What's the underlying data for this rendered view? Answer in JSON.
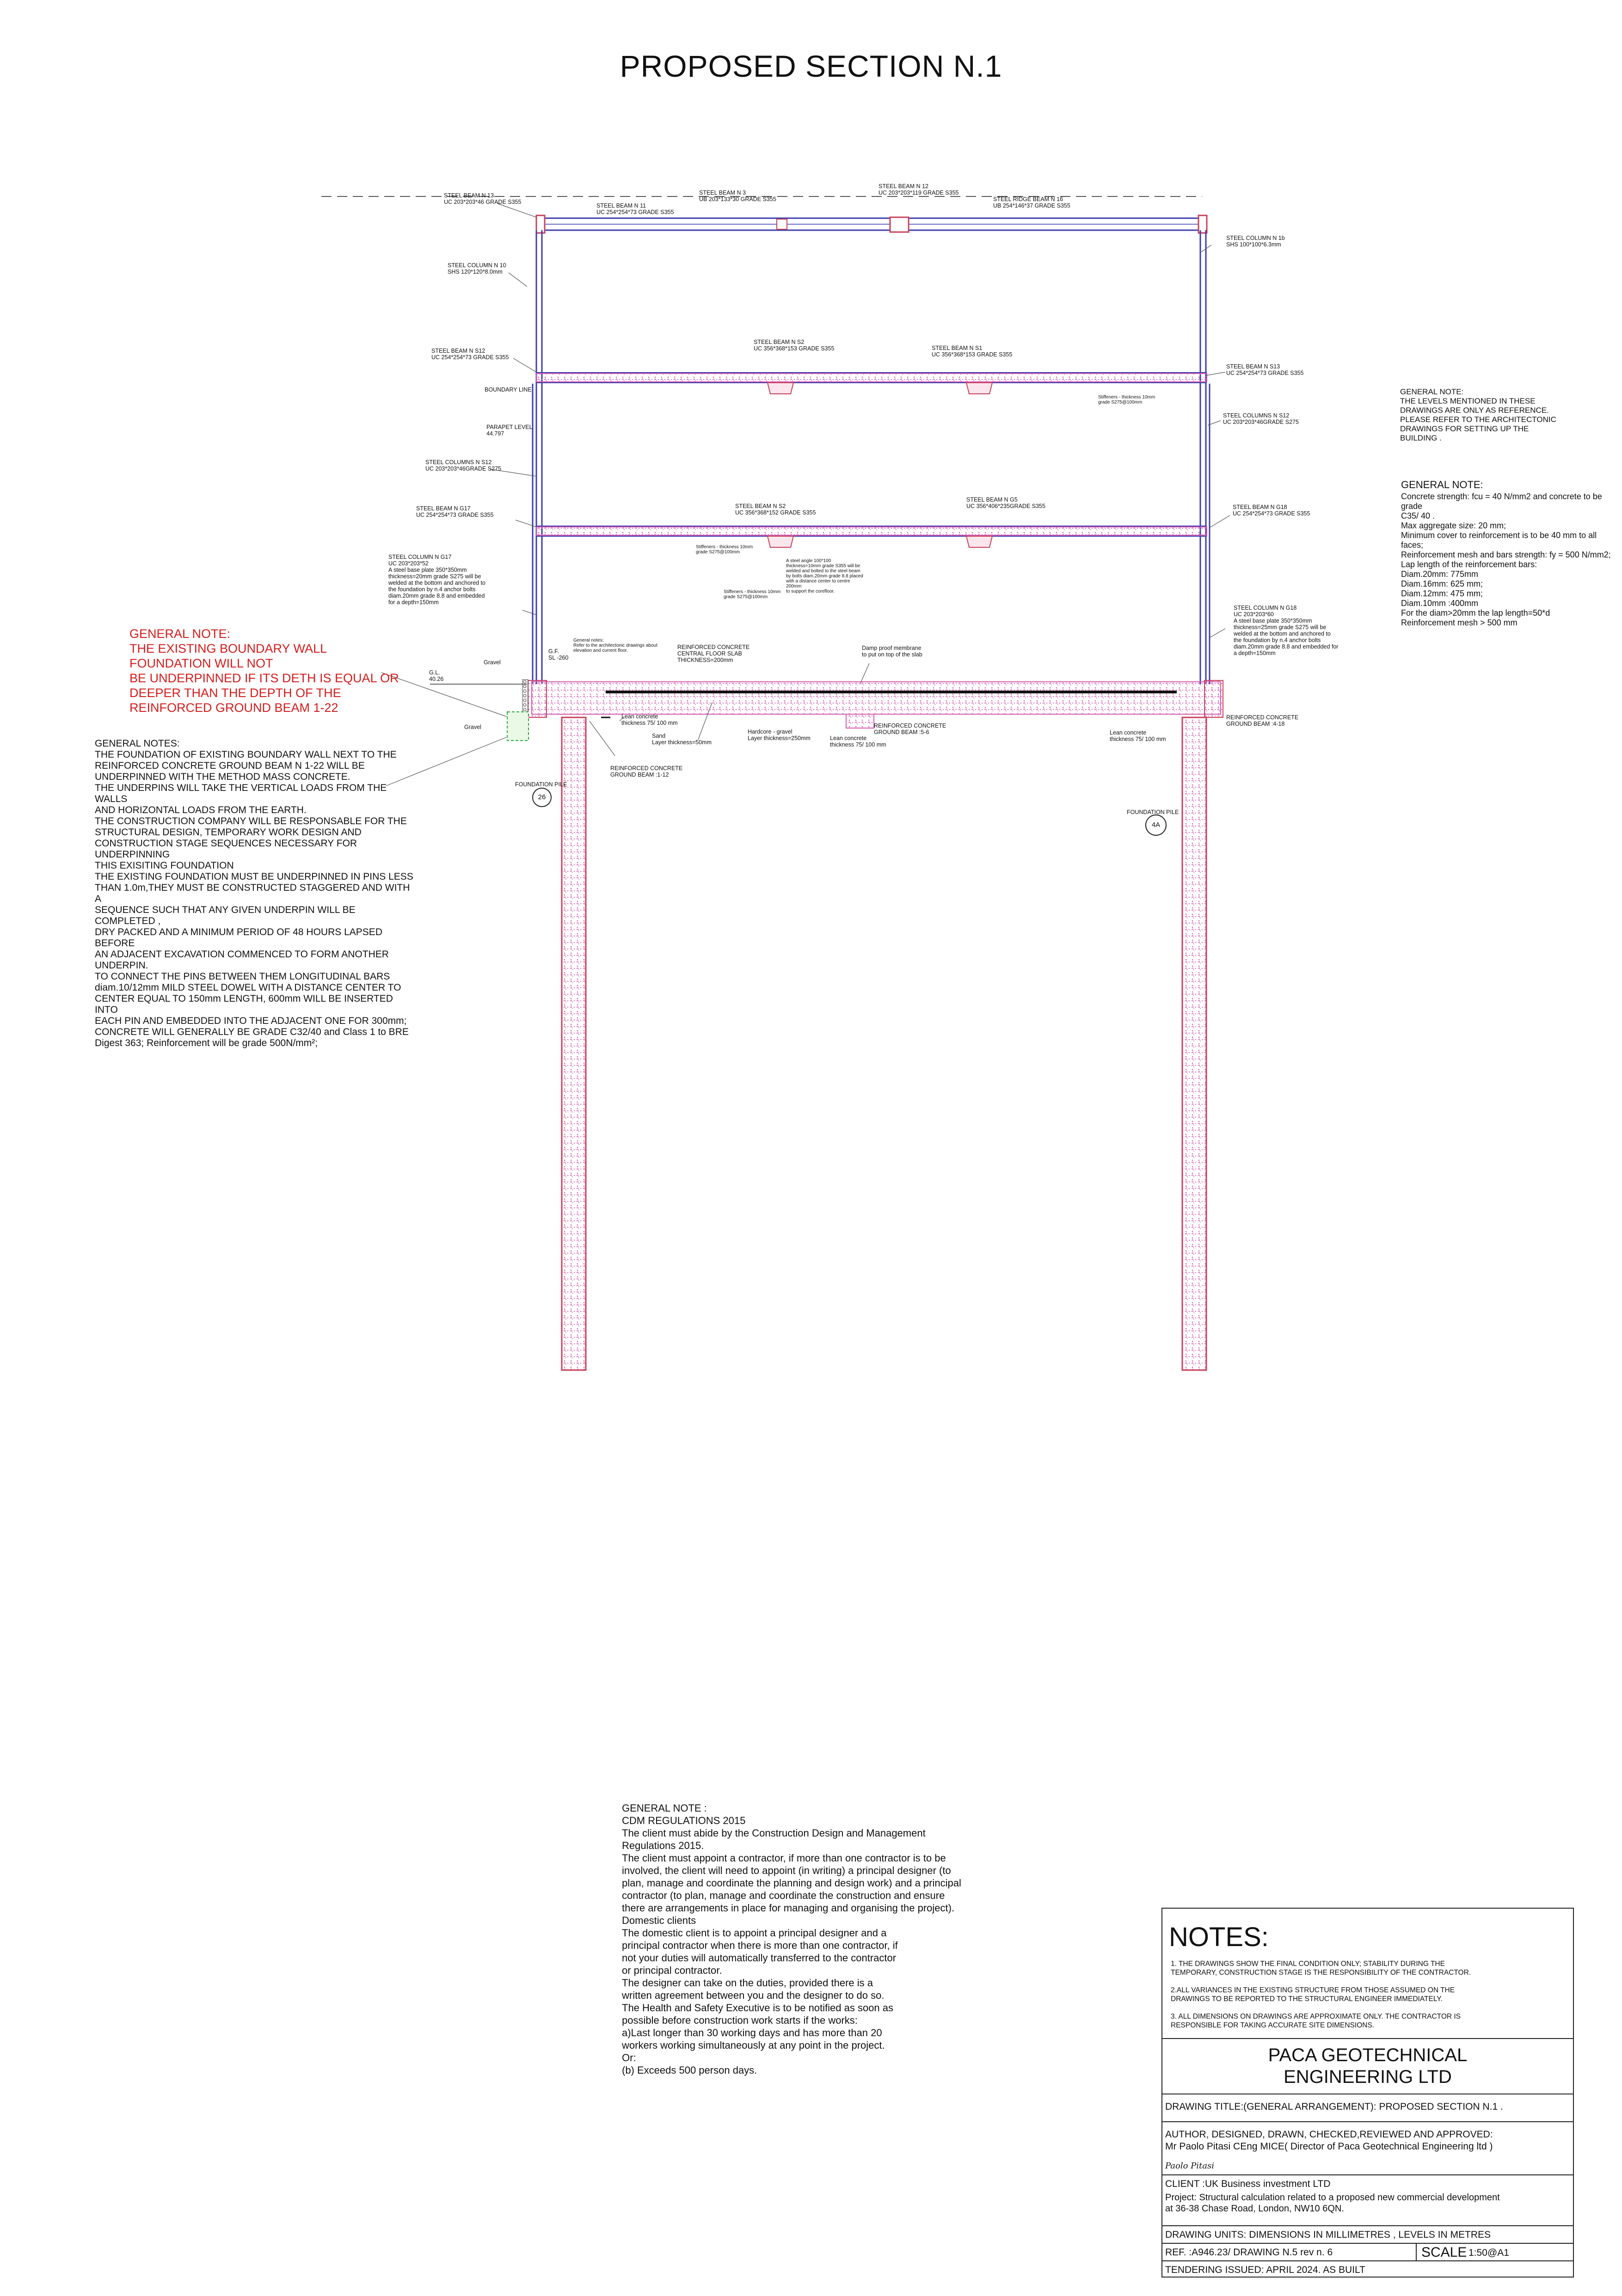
{
  "title": "PROPOSED SECTION N.1",
  "colors": {
    "steel": "#3b3bb0",
    "concrete_hatch": "#d45bb0",
    "red_note": "#d41c1c",
    "pad": "#c9405a"
  },
  "labels": {
    "beam_n13": "STEEL BEAM N 13\nUC 203*203*46 GRADE S355",
    "beam_n11": "STEEL BEAM N 11\nUC 254*254*73 GRADE S355",
    "beam_n3": "STEEL BEAM N 3\nUB 203*133*30 GRADE S355",
    "beam_n12": "STEEL BEAM N 12\nUC 203*203*119 GRADE S355",
    "ridge_n16": "STEEL RIDGE BEAM N 16\nUB 254*146*37 GRADE S355",
    "col_n10": "STEEL COLUMN N 10\nSHS 120*120*8.0mm",
    "col_n1b": "STEEL COLUMN N 1b\nSHS 100*100*6.3mm",
    "beam_s12": "STEEL BEAM N S12\nUC 254*254*73 GRADE S355",
    "boundary_line": "BOUNDARY LINE",
    "beam_s2a": "STEEL BEAM N S2\nUC 356*368*153 GRADE S355",
    "beam_s1": "STEEL BEAM N S1\nUC 356*368*153 GRADE S355",
    "beam_s13": "STEEL BEAM N S13\nUC 254*254*73 GRADE S355",
    "col_s12r": "STEEL COLUMNS N S12\nUC 203*203*46GRADE S275",
    "parapet": "PARAPET LEVEL\n44.797",
    "col_s12l": "STEEL COLUMNS N S12\nUC 203*203*46GRADE S275",
    "beam_g17": "STEEL BEAM N G17\nUC 254*254*73 GRADE S355",
    "beam_s2b": "STEEL BEAM N S2\nUC 356*368*152 GRADE S355",
    "beam_g5": "STEEL BEAM N G5\nUC 356*406*235GRADE S355",
    "beam_g18": "STEEL BEAM N G18\nUC 254*254*73 GRADE S355",
    "col_g17": "STEEL COLUMN N G17\nUC 203*203*52\nA steel base plate 350*350mm\nthickness=20mm grade S275 will be\nwelded at the bottom and anchored to\nthe foundation by n.4 anchor bolts\ndiam.20mm grade 8.8 and embedded\nfor a depth=150mm",
    "col_g18": "STEEL COLUMN N G18\nUC 203*203*60\nA steel base plate 350*350mm\nthickness=25mm grade S275 will be\nwelded at the bottom and anchored to\nthe foundation by n.4 anchor bolts\ndiam.20mm grade 8.8 and embedded for\na depth=150mm",
    "gl": "G.L.\n40.26",
    "gf": "G.F.\nSL -260",
    "gravel_a": "Gravel",
    "gravel_b": "Gravel",
    "rc_slab": "REINFORCED CONCRETE\nCENTRAL FLOOR SLAB\nTHICKNESS=200mm",
    "dpm": "Damp proof membrane\nto put on top of the slab",
    "lean1": "Lean concrete\nthickness 75/ 100 mm",
    "sand": "Sand\nLayer thickness=50mm",
    "hardcore": "Hardcore - gravel\nLayer thickness=250mm",
    "lean2": "Lean concrete\nthickness 75/ 100 mm",
    "gb56": "REINFORCED CONCRETE\nGROUND BEAM :5-6",
    "lean3": "Lean concrete\nthickness 75/ 100 mm",
    "gb418": "REINFORCED CONCRETE\nGROUND BEAM :4-18",
    "gb112": "REINFORCED CONCRETE\nGROUND BEAM :1-12",
    "pile_l": "FOUNDATION PILE",
    "pile_l_num": "26",
    "pile_r": "FOUNDATION PILE",
    "pile_r_num": "4A",
    "general_notes_small": "General notes:\nRefer to the architectonic drawings about\nelevation and current floor.",
    "stiff_s2": "Stiffeners - thickness 10mm\ngrade S275@100mm",
    "stiff_g5": "Stiffeners - thickness 10mm\ngrade S275@100mm",
    "stiff_g18": "Stiffeners - thickness 10mm\ngrade S275@100mm",
    "angle_note": "A steel angle 100*100\nthickness=10mm grade S355 will be\nwelded and bolted to the steel beam\nby bolts diam.20mm grade 8.8 placed\nwith a distance center to centre\n200mm\nto support the corefloor."
  },
  "red_note": "GENERAL NOTE:\n THE EXISTING  BOUNDARY WALL\nFOUNDATION WILL NOT\nBE UNDERPINNED IF ITS DETH IS EQUAL  OR\nDEEPER THAN  THE DEPTH OF THE\nREINFORCED GROUND BEAM 1-22",
  "left_notes": "GENERAL NOTES:\nTHE FOUNDATION OF EXISTING BOUNDARY WALL  NEXT TO THE\nREINFORCED CONCRETE GROUND BEAM N 1-22  WILL BE\nUNDERPINNED WITH THE METHOD MASS CONCRETE.\nTHE UNDERPINS WILL TAKE THE VERTICAL LOADS FROM THE WALLS\nAND HORIZONTAL LOADS FROM THE EARTH.\nTHE CONSTRUCTION COMPANY WILL BE RESPONSABLE FOR THE\nSTRUCTURAL DESIGN, TEMPORARY WORK DESIGN  AND\nCONSTRUCTION STAGE SEQUENCES NECESSARY FOR UNDERPINNING\nTHIS EXISITING FOUNDATION\nTHE EXISTING FOUNDATION MUST BE UNDERPINNED IN PINS LESS\nTHAN 1.0m,THEY MUST BE CONSTRUCTED STAGGERED AND WITH A\nSEQUENCE SUCH THAT ANY GIVEN UNDERPIN WILL BE COMPLETED ,\nDRY PACKED AND A MINIMUM PERIOD OF 48 HOURS LAPSED BEFORE\nAN ADJACENT EXCAVATION COMMENCED TO FORM ANOTHER\nUNDERPIN.\nTO CONNECT  THE PINS BETWEEN THEM LONGITUDINAL BARS\ndiam.10/12mm MILD STEEL DOWEL WITH A DISTANCE CENTER TO\nCENTER EQUAL TO 150mm LENGTH, 600mm WILL BE INSERTED INTO\nEACH PIN AND EMBEDDED INTO THE ADJACENT ONE FOR 300mm;\nCONCRETE WILL GENERALLY BE GRADE C32/40 and Class 1 to BRE\nDigest 363; Reinforcement will be grade 500N/mm²;",
  "right_note_1": "GENERAL NOTE:\nTHE LEVELS MENTIONED IN THESE\nDRAWINGS ARE ONLY AS REFERENCE.\nPLEASE REFER TO THE ARCHITECTONIC\nDRAWINGS FOR SETTING UP THE\nBUILDING .",
  "right_note_2_title": "GENERAL NOTE:",
  "right_note_2": "Concrete strength: fcu = 40 N/mm2 and concrete to be grade\nC35/ 40 .\nMax aggregate size: 20 mm;\nMinimum cover to reinforcement is to be 40 mm to all faces;\nReinforcement mesh and bars strength: fy = 500 N/mm2;\nLap length of the reinforcement bars:\nDiam.20mm: 775mm\nDiam.16mm: 625 mm;\nDiam.12mm: 475 mm;\nDiam.10mm :400mm\nFor the diam>20mm the lap length=50*d\nReinforcement mesh > 500 mm",
  "cdm_note": "GENERAL NOTE :\nCDM REGULATIONS 2015\nThe client must abide by the Construction Design and Management\nRegulations 2015.\nThe client must appoint a contractor, if more than one contractor is to be\ninvolved, the client will need to appoint (in writing) a principal designer (to\nplan, manage and coordinate the planning and design work) and a principal\ncontractor (to plan, manage and coordinate the construction and ensure\nthere are arrangements in place for managing and organising the project).\nDomestic clients\nThe domestic client is to appoint a principal designer and a\nprincipal contractor when there is more than one contractor, if\nnot your duties will automatically transferred to the contractor\nor principal contractor.\nThe designer can take on the duties, provided there is a\nwritten agreement between you and the designer to do so.\nThe Health and Safety Executive is to be notified as soon as\npossible before construction work starts if the works:\na)Last longer than 30 working days and has more than 20\nworkers working simultaneously at any point in the project.\nOr:\n(b) Exceeds 500 person days.",
  "title_block": {
    "notes_heading": "NOTES:",
    "notes": "1. THE DRAWINGS SHOW THE FINAL CONDITION ONLY; STABILITY DURING THE\nTEMPORARY, CONSTRUCTION STAGE IS THE RESPONSIBILITY OF THE CONTRACTOR.\n\n2.ALL VARIANCES IN THE EXISTING STRUCTURE FROM THOSE ASSUMED ON THE\nDRAWINGS TO BE REPORTED TO THE STRUCTURAL ENGINEER IMMEDIATELY.\n\n3. ALL DIMENSIONS ON DRAWINGS ARE APPROXIMATE ONLY. THE CONTRACTOR IS\nRESPONSIBLE FOR TAKING ACCURATE SITE DIMENSIONS.",
    "company": "PACA GEOTECHNICAL\nENGINEERING LTD",
    "drawing_title": "DRAWING TITLE:(GENERAL ARRANGEMENT): PROPOSED SECTION N.1 .",
    "author": "AUTHOR, DESIGNED, DRAWN, CHECKED,REVIEWED AND APPROVED:\nMr Paolo Pitasi CEng MICE( Director of Paca Geotechnical Engineering ltd )",
    "signature": "Paolo Pitasi",
    "client": "CLIENT :UK Business investment LTD",
    "project": "Project: Structural calculation related to a proposed new commercial development\nat 36-38 Chase Road, London, NW10 6QN.",
    "units": "DRAWING UNITS: DIMENSIONS IN MILLIMETRES , LEVELS IN METRES",
    "ref": "REF. :A946.23/ DRAWING N.5 rev n. 6",
    "scale_label": "SCALE",
    "scale_value": "1:50@A1",
    "tendering": "TENDERING ISSUED: APRIL 2024.  AS BUILT"
  }
}
